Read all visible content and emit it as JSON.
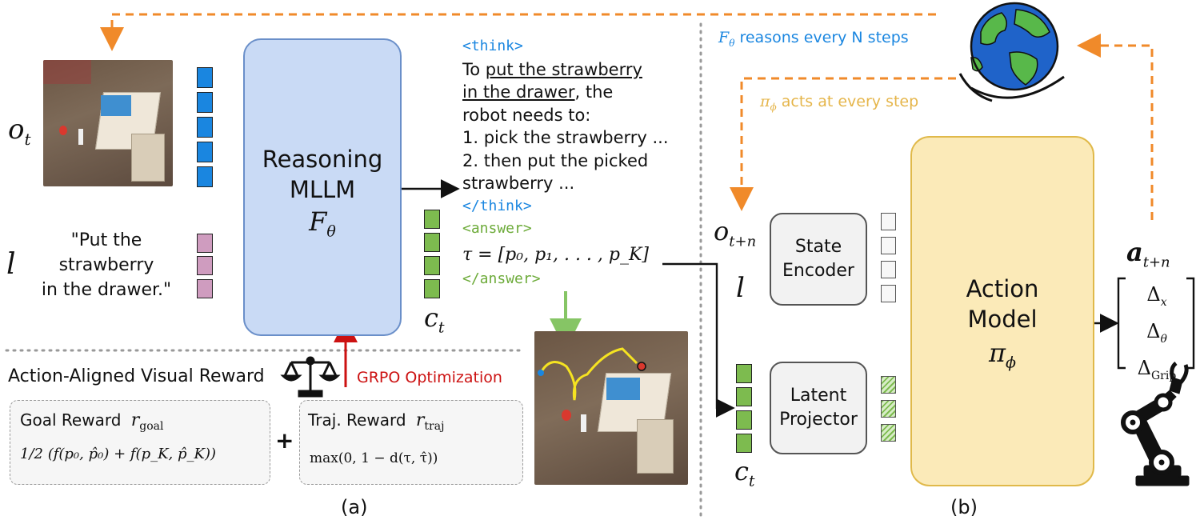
{
  "left": {
    "obs_label": "o",
    "obs_sub": "t",
    "lang_label": "l",
    "instruction": [
      "\"Put the",
      "strawberry",
      "in the drawer.\""
    ],
    "mllm": {
      "line1": "Reasoning",
      "line2": "MLLM",
      "symbol": "F",
      "symbol_sub": "θ"
    },
    "ct_label": "c",
    "ct_sub": "t"
  },
  "think": {
    "open_tag": "<think>",
    "lines": [
      {
        "pre": "To ",
        "ul": "put the strawberry",
        "post": ""
      },
      {
        "pre": "",
        "ul": "in the drawer",
        "post": ", the"
      },
      {
        "pre": "robot needs to:",
        "ul": "",
        "post": ""
      },
      {
        "pre": "1. pick the strawberry ...",
        "ul": "",
        "post": ""
      },
      {
        "pre": "2. then put the picked",
        "ul": "",
        "post": ""
      },
      {
        "pre": "strawberry ...",
        "ul": "",
        "post": ""
      }
    ],
    "close_tag": "</think>",
    "answer_open": "<answer>",
    "tau": "τ = [p₀, p₁, . . . , p_K]",
    "answer_close": "</answer>"
  },
  "reward": {
    "title": "Action-Aligned Visual Reward",
    "grpo": "GRPO Optimization",
    "goal_label": "Goal Reward",
    "goal_symbol": "r",
    "goal_sub": "goal",
    "goal_formula_frac": "1/2",
    "goal_formula": "(f(p₀, p̂₀) + f(p_K, p̂_K))",
    "plus": "+",
    "traj_label": "Traj. Reward",
    "traj_symbol": "r",
    "traj_sub": "traj",
    "traj_formula": "max(0, 1 − d(τ, τ̂))",
    "caption": "(a)"
  },
  "right": {
    "reasons": "reasons every N steps",
    "reasons_symbol": "F",
    "reasons_sub": "θ",
    "acts": "acts at every step",
    "acts_symbol": "π",
    "acts_sub": "ϕ",
    "obs_label": "o",
    "obs_sub": "t+n",
    "lang_label": "l",
    "state_encoder": [
      "State",
      "Encoder"
    ],
    "latent_projector": [
      "Latent",
      "Projector"
    ],
    "ct_label": "c",
    "ct_sub": "t",
    "action_model": {
      "line1": "Action",
      "line2": "Model",
      "symbol": "π",
      "symbol_sub": "ϕ"
    },
    "out_label": "a",
    "out_sub": "t+n",
    "vector": [
      {
        "sym": "Δ",
        "sub": "x"
      },
      {
        "sym": "Δ",
        "sub": "θ"
      },
      {
        "sym": "Δ",
        "sub": "Grip"
      }
    ],
    "caption": "(b)"
  },
  "colors": {
    "mllm_fill": "#c9daf5",
    "mllm_border": "#6a8fc9",
    "action_fill": "#fbeab8",
    "action_border": "#e0b94a",
    "orange": "#f08a2a",
    "blue_text": "#1a86e0",
    "yellow_text": "#e5b54a",
    "green_text": "#6dab3a",
    "red": "#cc1111"
  }
}
